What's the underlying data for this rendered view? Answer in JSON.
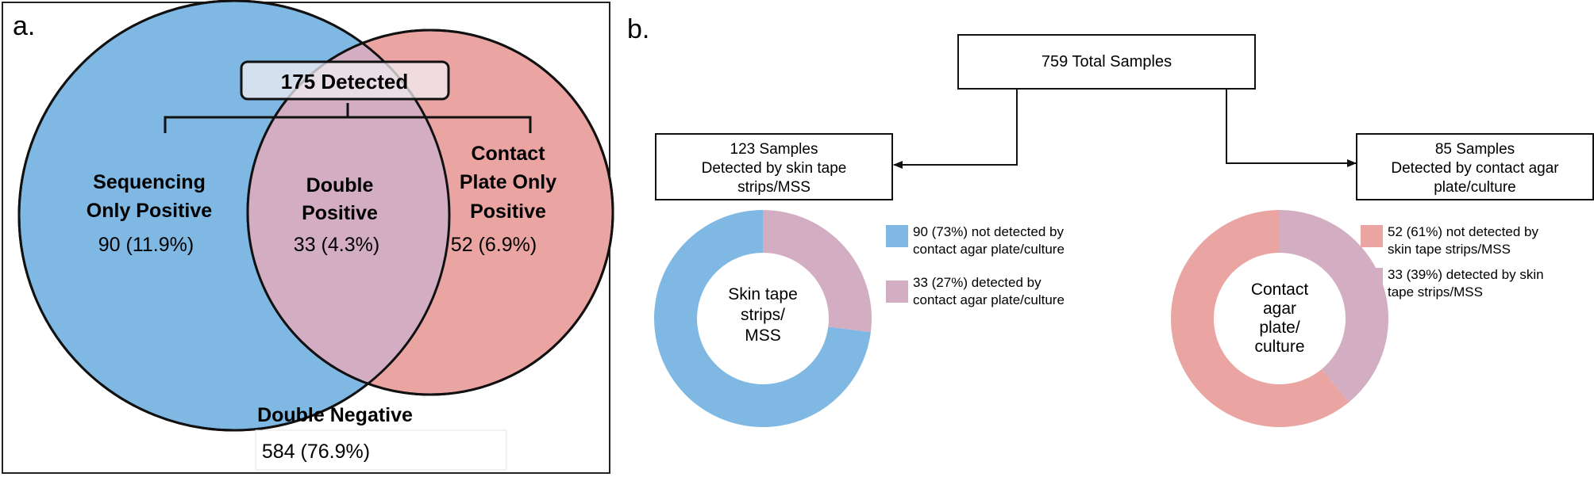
{
  "panel_a": {
    "label": "a.",
    "detected_label": "175 Detected",
    "left": {
      "title_line1": "Sequencing",
      "title_line2": "Only Positive",
      "value": "90 (11.9%)"
    },
    "middle": {
      "title_line1": "Double",
      "title_line2": "Positive",
      "value": "33 (4.3%)"
    },
    "right": {
      "title_line1": "Contact",
      "title_line2": "Plate Only",
      "title_line3": "Positive",
      "value": "52 (6.9%)"
    },
    "double_negative": {
      "title": "Double Negative",
      "value": "584 (76.9%)"
    },
    "colors": {
      "sequencing": "#7fb8e2",
      "contact": "#eaa5a3",
      "overlap": "#d3aec3"
    }
  },
  "panel_b": {
    "label": "b.",
    "total_box": "759 Total Samples",
    "left_box": {
      "line1": "123 Samples",
      "line2": "Detected by skin tape",
      "line3": "strips/MSS"
    },
    "right_box": {
      "line1": "85 Samples",
      "line2": "Detected by contact agar",
      "line3": "plate/culture"
    },
    "left_donut": {
      "center_line1": "Skin tape",
      "center_line2": "strips/",
      "center_line3": "MSS",
      "segments": [
        {
          "legend_line1": "90 (73%) not detected by",
          "legend_line2": "contact agar plate/culture",
          "value": 73,
          "color": "#7fb8e2"
        },
        {
          "legend_line1": "33 (27%) detected by",
          "legend_line2": "contact agar plate/culture",
          "value": 27,
          "color": "#d3aec3"
        }
      ]
    },
    "right_donut": {
      "center_line1": "Contact",
      "center_line2": "agar",
      "center_line3": "plate/",
      "center_line4": "culture",
      "segments": [
        {
          "legend_line1": "52 (61%) not detected by",
          "legend_line2": "skin tape strips/MSS",
          "value": 61,
          "color": "#eaa5a3"
        },
        {
          "legend_line1": "33 (39%) detected by skin",
          "legend_line2": "tape strips/MSS",
          "value": 39,
          "color": "#d3aec3"
        }
      ]
    }
  }
}
